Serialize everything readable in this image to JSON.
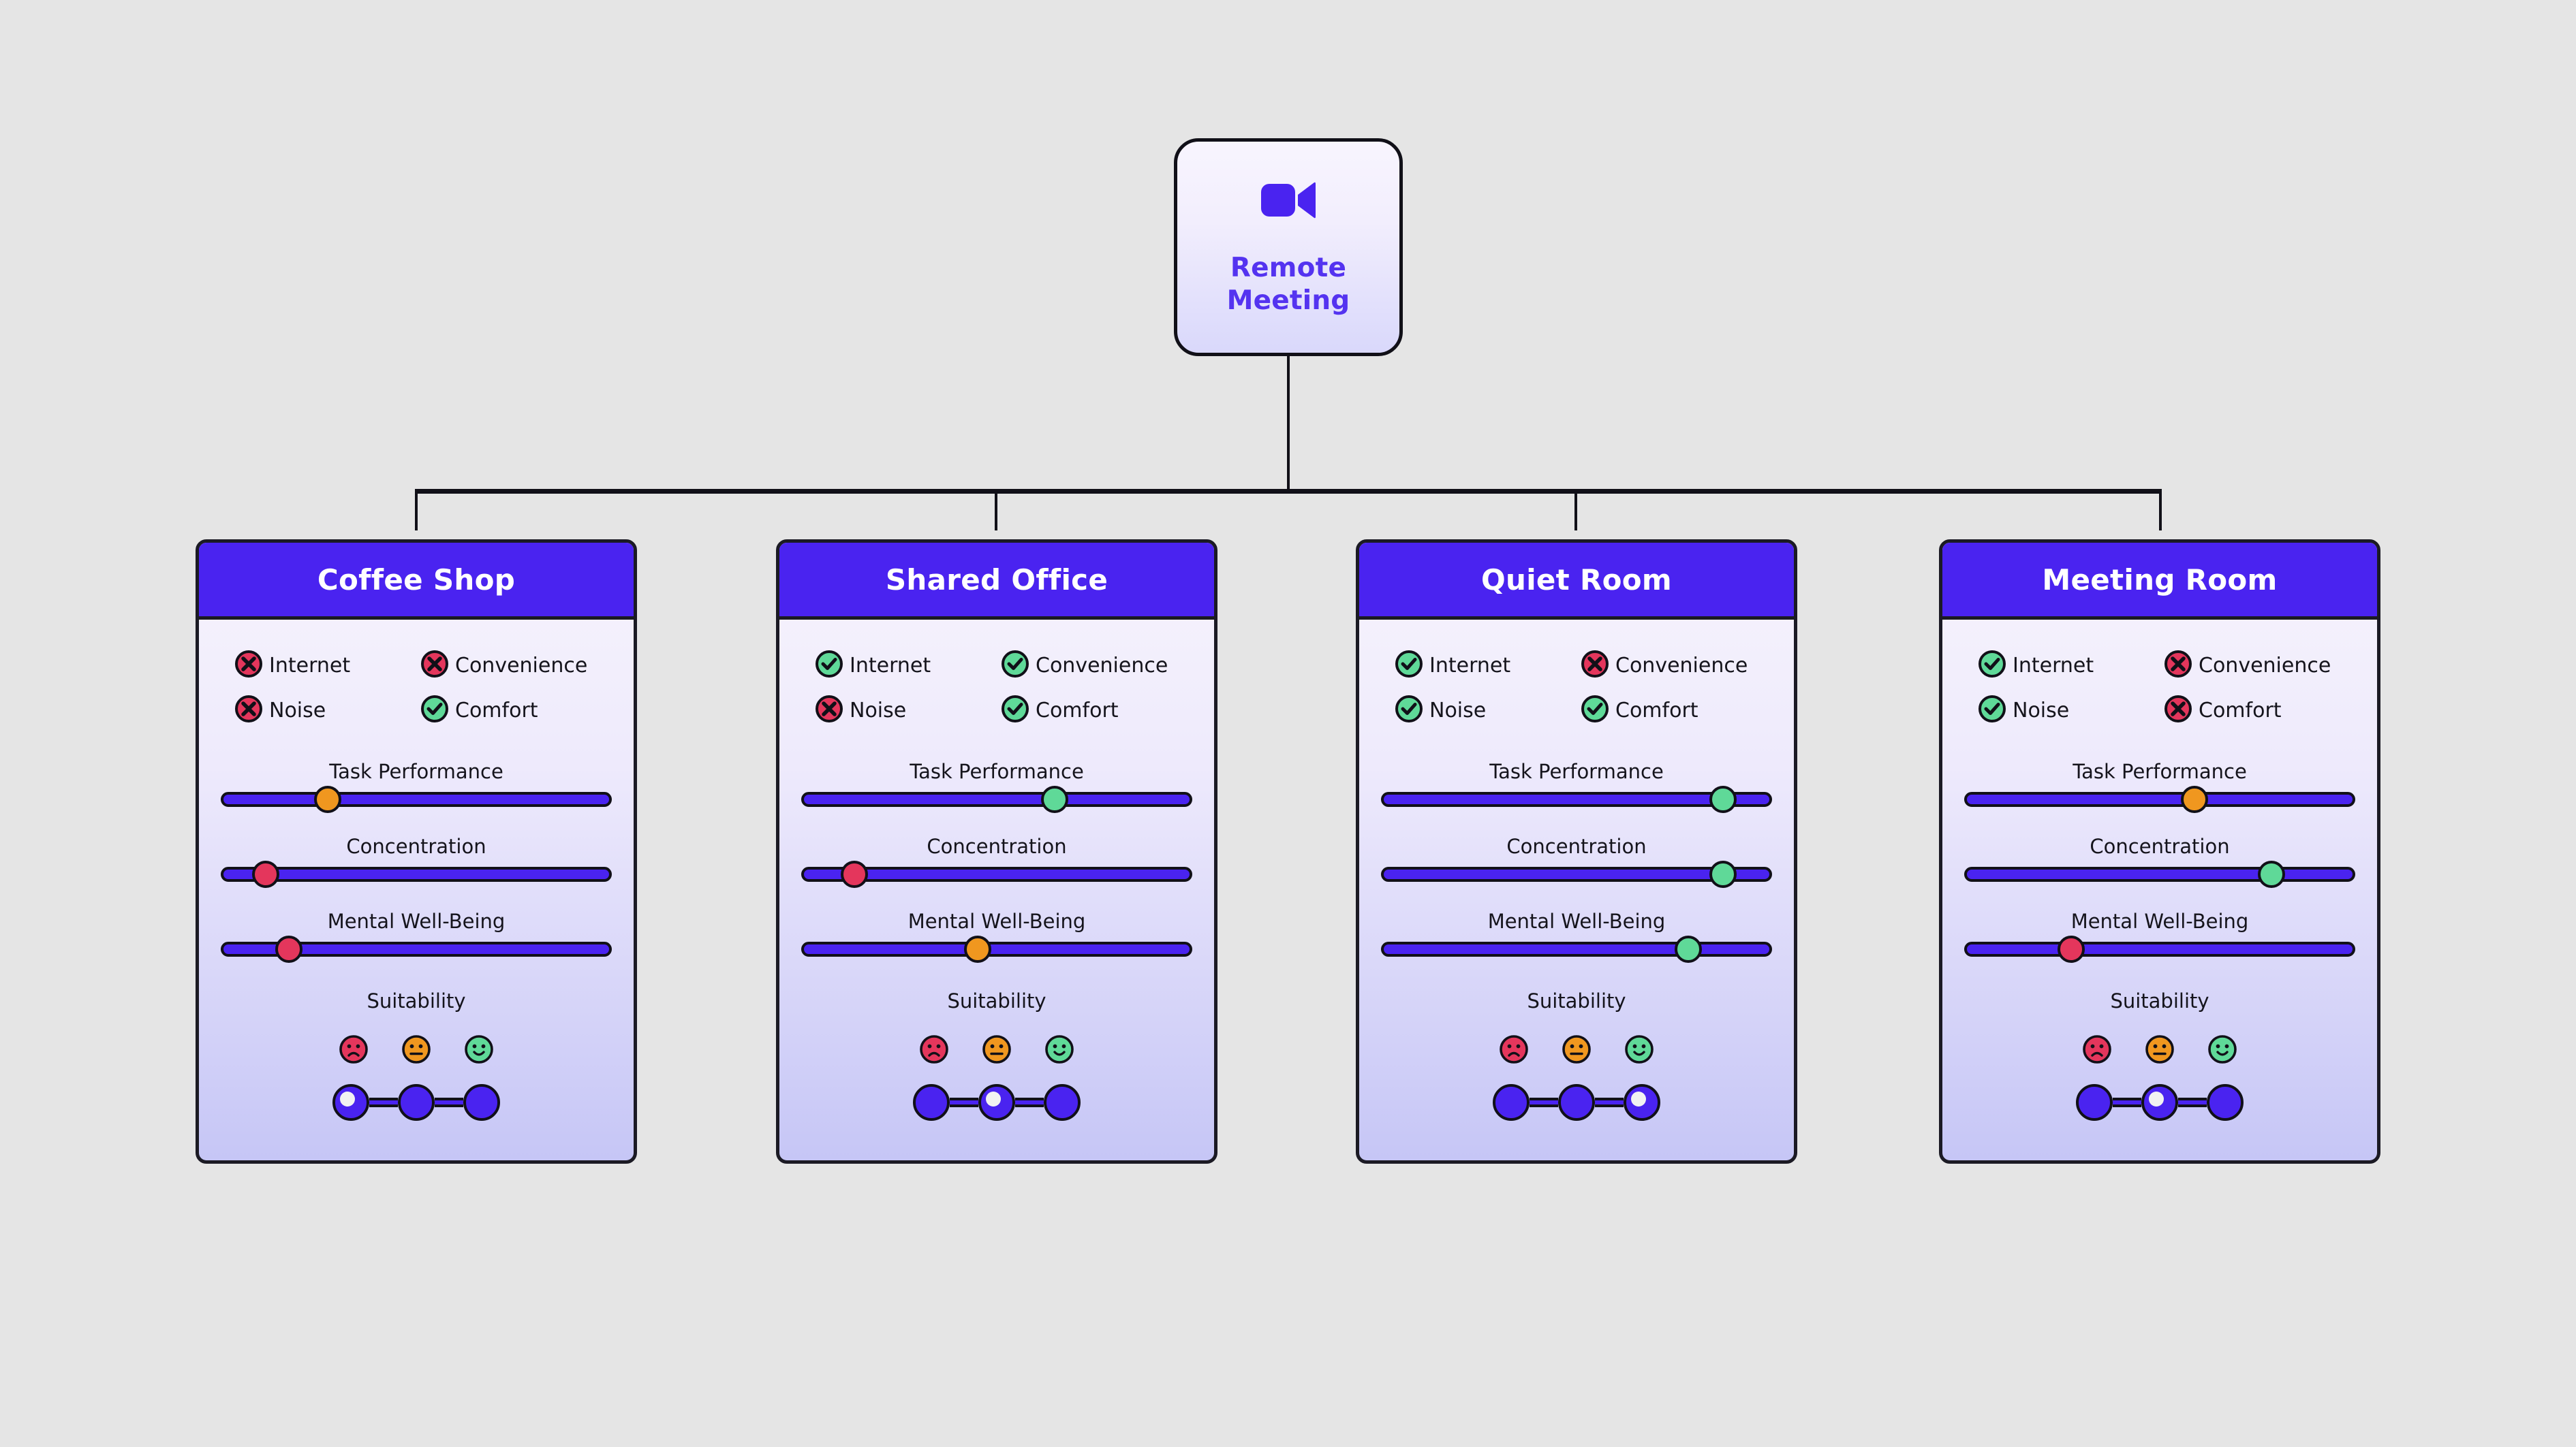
{
  "colors": {
    "background": "#e5e5e5",
    "accent_indigo": "#4a23f0",
    "root_text": "#5433f0",
    "outline": "#111018",
    "good_green": "#5fd998",
    "bad_red": "#e4365c",
    "mid_orange": "#f0971f",
    "header_text": "#ffffff"
  },
  "root": {
    "icon": "video-camera-icon",
    "label": "Remote\nMeeting",
    "label_line1": "Remote",
    "label_line2": "Meeting"
  },
  "section_labels": {
    "task_performance": "Task Performance",
    "concentration": "Concentration",
    "mental_well_being": "Mental Well-Being",
    "suitability": "Suitability"
  },
  "feature_names": {
    "internet": "Internet",
    "convenience": "Convenience",
    "noise": "Noise",
    "comfort": "Comfort"
  },
  "face_options": [
    {
      "name": "sad-face-icon",
      "mood": "poor",
      "color": "#e4365c"
    },
    {
      "name": "neutral-face-icon",
      "mood": "average",
      "color": "#f0971f"
    },
    {
      "name": "happy-face-icon",
      "mood": "good",
      "color": "#5fd998"
    }
  ],
  "cards": [
    {
      "title": "Coffee Shop",
      "features": [
        {
          "label": "Internet",
          "state": "no",
          "icon": "cross-circle-icon"
        },
        {
          "label": "Convenience",
          "state": "no",
          "icon": "cross-circle-icon"
        },
        {
          "label": "Noise",
          "state": "no",
          "icon": "cross-circle-icon"
        },
        {
          "label": "Comfort",
          "state": "yes",
          "icon": "check-circle-icon"
        }
      ],
      "sliders": [
        {
          "label": "Task Performance",
          "value": 27,
          "knob_color": "#f0971f"
        },
        {
          "label": "Concentration",
          "value": 11,
          "knob_color": "#e4365c"
        },
        {
          "label": "Mental Well-Being",
          "value": 17,
          "knob_color": "#e4365c"
        }
      ],
      "suitability_selected": 0
    },
    {
      "title": "Shared Office",
      "features": [
        {
          "label": "Internet",
          "state": "yes",
          "icon": "check-circle-icon"
        },
        {
          "label": "Convenience",
          "state": "yes",
          "icon": "check-circle-icon"
        },
        {
          "label": "Noise",
          "state": "no",
          "icon": "cross-circle-icon"
        },
        {
          "label": "Comfort",
          "state": "yes",
          "icon": "check-circle-icon"
        }
      ],
      "sliders": [
        {
          "label": "Task Performance",
          "value": 65,
          "knob_color": "#5fd998"
        },
        {
          "label": "Concentration",
          "value": 13,
          "knob_color": "#e4365c"
        },
        {
          "label": "Mental Well-Being",
          "value": 45,
          "knob_color": "#f0971f"
        }
      ],
      "suitability_selected": 1
    },
    {
      "title": "Quiet Room",
      "features": [
        {
          "label": "Internet",
          "state": "yes",
          "icon": "check-circle-icon"
        },
        {
          "label": "Convenience",
          "state": "no",
          "icon": "cross-circle-icon"
        },
        {
          "label": "Noise",
          "state": "yes",
          "icon": "check-circle-icon"
        },
        {
          "label": "Comfort",
          "state": "yes",
          "icon": "check-circle-icon"
        }
      ],
      "sliders": [
        {
          "label": "Task Performance",
          "value": 88,
          "knob_color": "#5fd998"
        },
        {
          "label": "Concentration",
          "value": 88,
          "knob_color": "#5fd998"
        },
        {
          "label": "Mental Well-Being",
          "value": 79,
          "knob_color": "#5fd998"
        }
      ],
      "suitability_selected": 2
    },
    {
      "title": "Meeting Room",
      "features": [
        {
          "label": "Internet",
          "state": "yes",
          "icon": "check-circle-icon"
        },
        {
          "label": "Convenience",
          "state": "no",
          "icon": "cross-circle-icon"
        },
        {
          "label": "Noise",
          "state": "yes",
          "icon": "check-circle-icon"
        },
        {
          "label": "Comfort",
          "state": "no",
          "icon": "cross-circle-icon"
        }
      ],
      "sliders": [
        {
          "label": "Task Performance",
          "value": 59,
          "knob_color": "#f0971f"
        },
        {
          "label": "Concentration",
          "value": 79,
          "knob_color": "#5fd998"
        },
        {
          "label": "Mental Well-Being",
          "value": 27,
          "knob_color": "#e4365c"
        }
      ],
      "suitability_selected": 1
    }
  ]
}
